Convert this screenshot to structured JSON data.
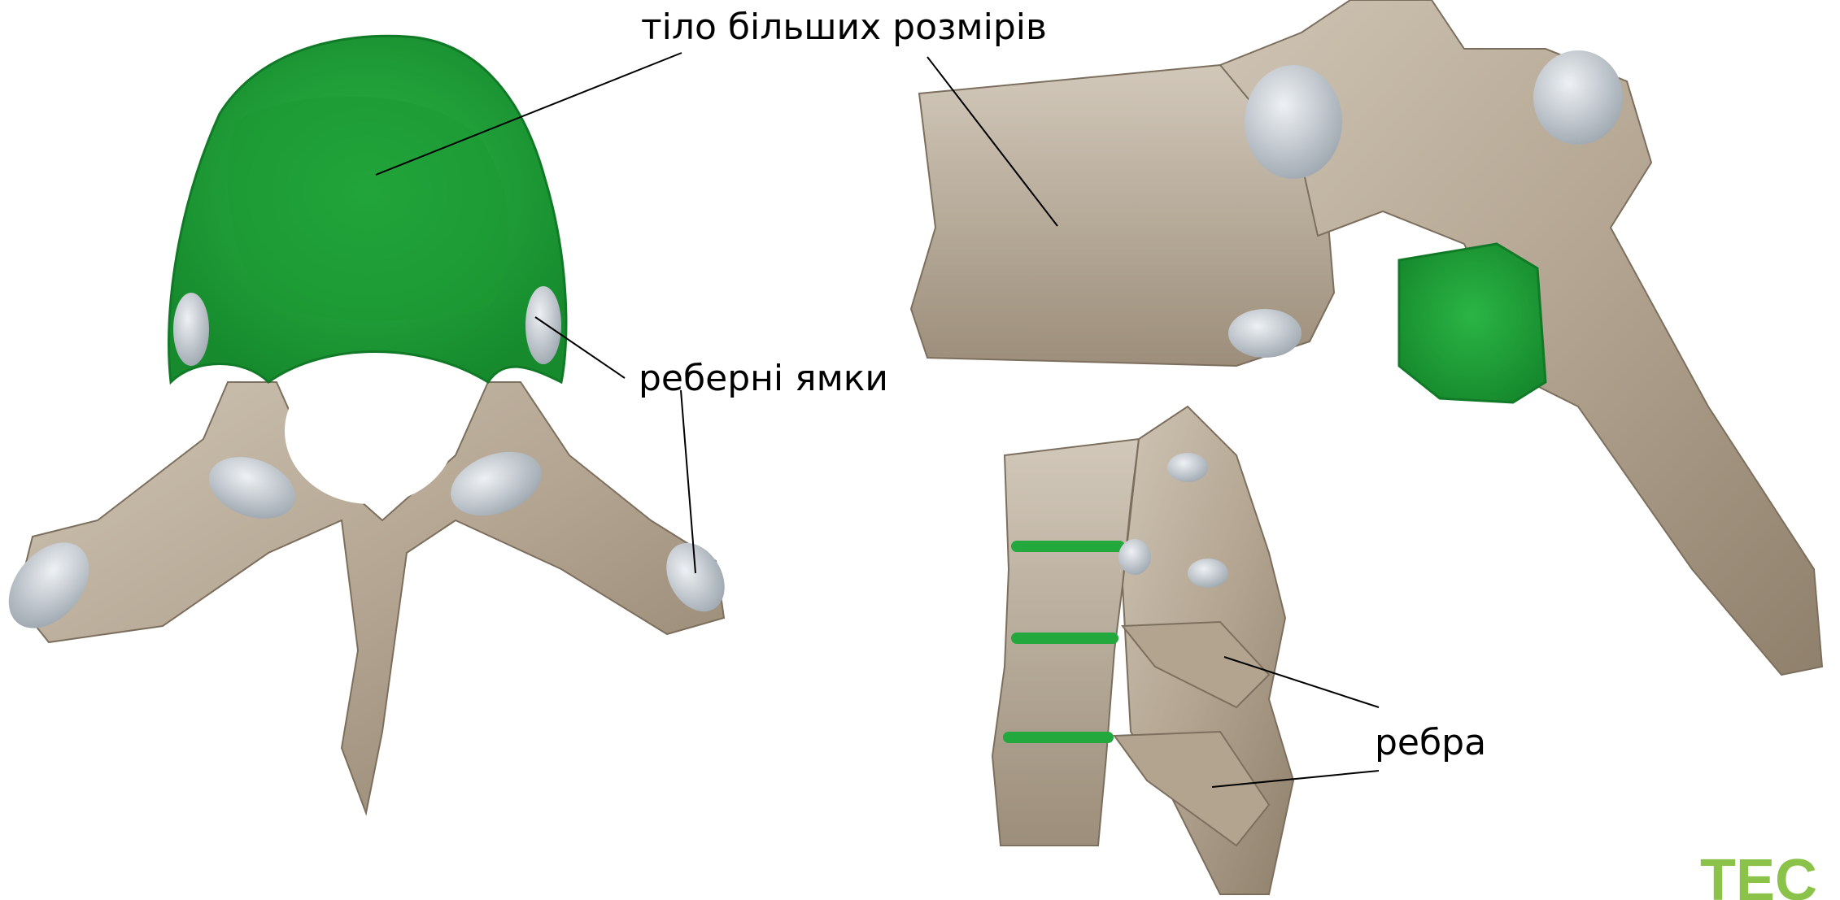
{
  "labels": {
    "body_larger": "тіло більших розмірів",
    "costal_pits": "реберні ямки",
    "ribs": "ребра"
  },
  "logo": {
    "text": "TEC"
  },
  "colors": {
    "highlight_green": "#1fa83a",
    "bone": "#b7aa99",
    "bone_dark": "#8a7d6c",
    "cartilage": "#c9d0d6",
    "line": "#000000"
  }
}
